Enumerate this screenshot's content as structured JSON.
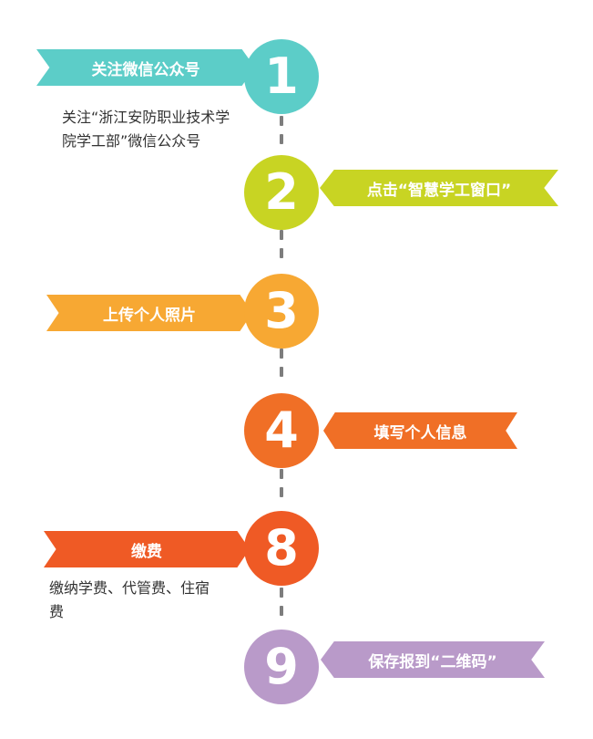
{
  "steps": [
    {
      "number": "1",
      "label": "关注微信公众号",
      "description": "关注“浙江安防职业技术学院学工部”微信公众号",
      "color": "#5ccdc8"
    },
    {
      "number": "2",
      "label": "点击“智慧学工窗口”",
      "color": "#c8d423"
    },
    {
      "number": "3",
      "label": "上传个人照片",
      "color": "#f7a833"
    },
    {
      "number": "4",
      "label": "填写个人信息",
      "color": "#f06f26"
    },
    {
      "number": "8",
      "label": "缴费",
      "description": "缴纳学费、代管费、住宿费",
      "color": "#ef5a25"
    },
    {
      "number": "9",
      "label": "保存报到“二维码”",
      "color": "#b99ac9"
    }
  ]
}
